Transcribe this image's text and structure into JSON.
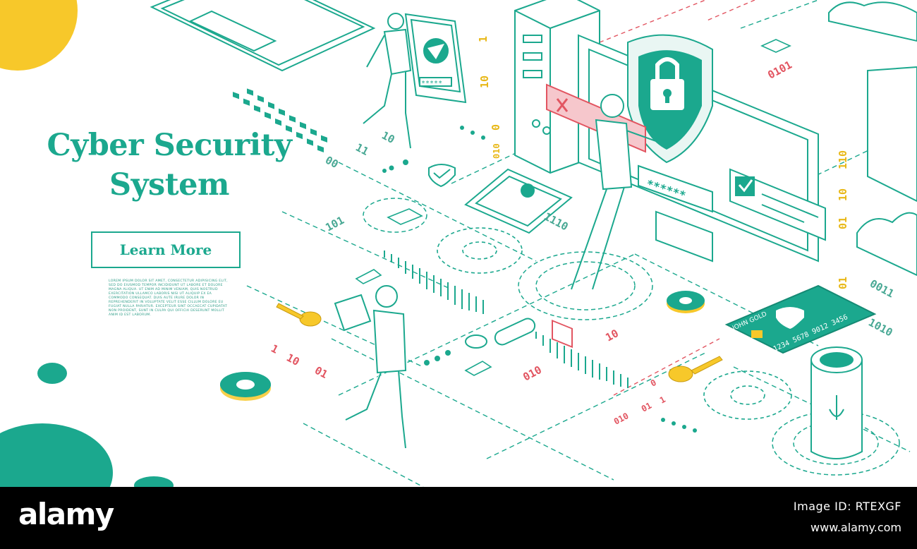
{
  "headline": {
    "line1": "Cyber Security",
    "line2": "System"
  },
  "cta": {
    "label": "Learn More"
  },
  "body_text": "Lorem ipsum dolor sit amet, consectetur adipisicing elit, sed do eiusmod tempor incididunt ut labore et dolore magna aliqua. Ut enim ad minim veniam, quis nostrud exercitation ullamco laboris nisi ut aliquip ex ea commodo consequat. Duis aute irure dolor in reprehenderit in voluptate velit esse cillum dolore eu fugiat nulla pariatur. Excepteur sint occaecat cupidatat non proident, sunt in culpa qui officia deserunt mollit anim id est laborum.",
  "password_field": {
    "mask": "******"
  },
  "phone_password": {
    "mask": "******"
  },
  "binary_codes": {
    "c1": "1",
    "c2": "10",
    "c3": "0",
    "c4": "010",
    "c5": "10",
    "c6": "11",
    "c7": "00",
    "c8": "0101",
    "c9": "110",
    "c10": "10",
    "c11": "01",
    "c12": "01",
    "c13": "0011",
    "c14": "1010",
    "c15": "1110",
    "c16": "101",
    "c17": "1",
    "c18": "10",
    "c19": "01",
    "c20": "010",
    "c21": "10",
    "c22": "0",
    "c23": "010",
    "c24": "01",
    "c25": "1"
  },
  "credit_card": {
    "holder": "JOHN GOLD",
    "number": "1234 5678 9012 3456"
  },
  "colors": {
    "accent": "#1ba88e",
    "yellow": "#f7c82a",
    "red": "#e25561"
  },
  "footer": {
    "brand": "alamy",
    "image_id": "Image ID: RTEXGF",
    "site": "www.alamy.com",
    "watermark": "alamy"
  }
}
